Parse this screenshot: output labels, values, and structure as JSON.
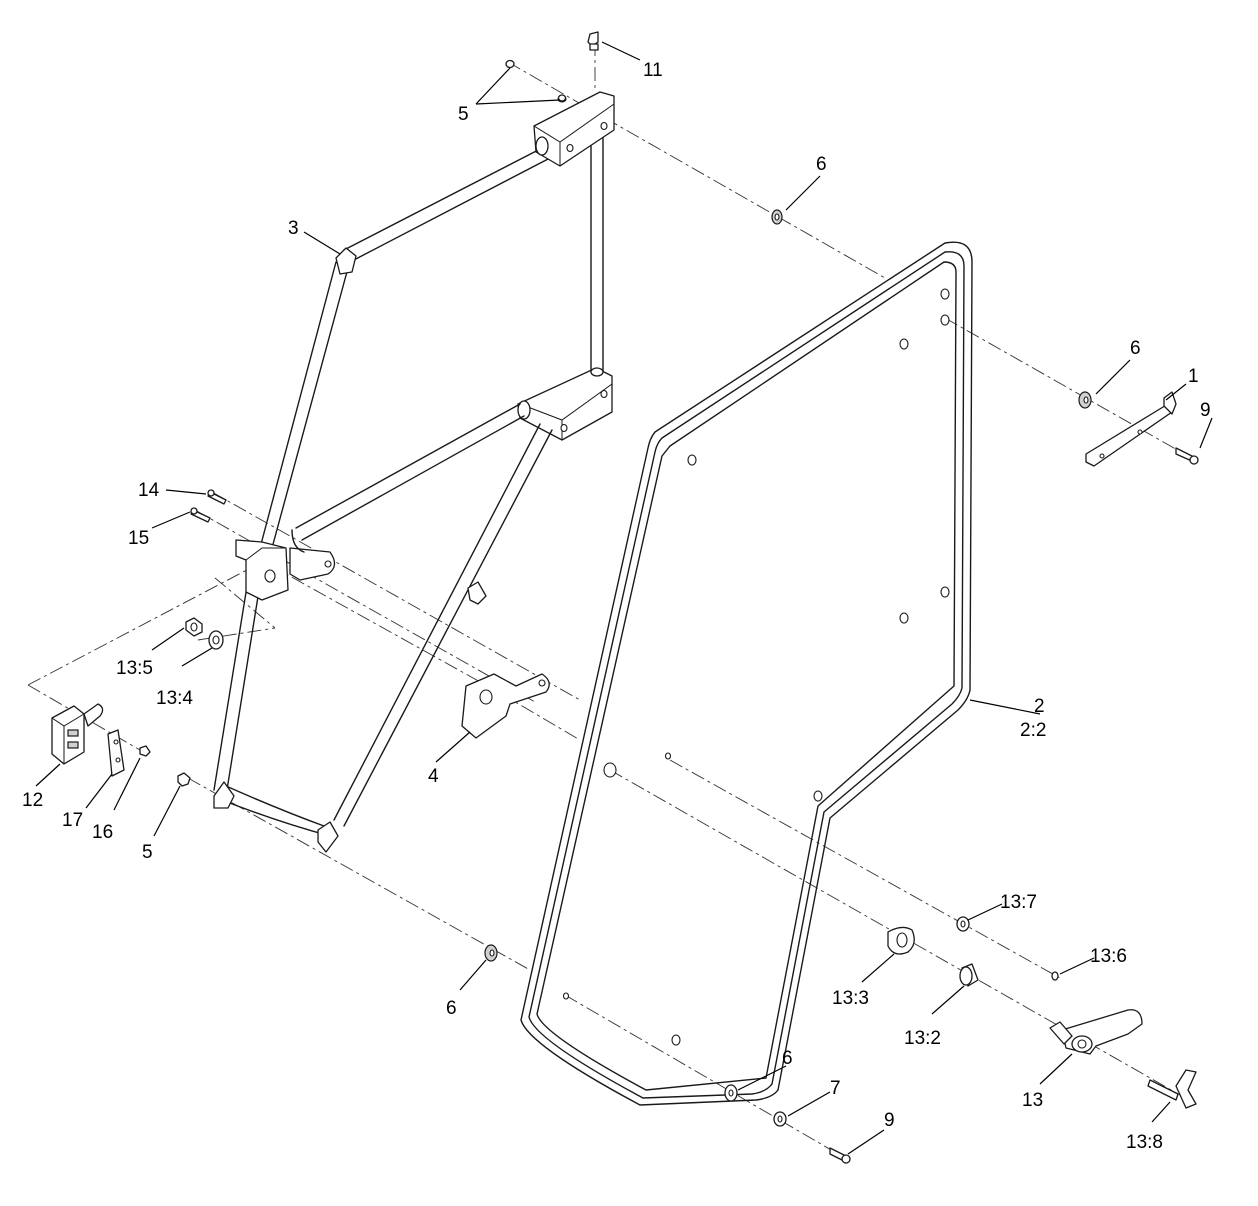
{
  "callouts": [
    {
      "id": "c-11",
      "text": "11"
    },
    {
      "id": "c-5a",
      "text": "5"
    },
    {
      "id": "c-6a",
      "text": "6"
    },
    {
      "id": "c-3",
      "text": "3"
    },
    {
      "id": "c-6b",
      "text": "6"
    },
    {
      "id": "c-1",
      "text": "1"
    },
    {
      "id": "c-9a",
      "text": "9"
    },
    {
      "id": "c-14",
      "text": "14"
    },
    {
      "id": "c-15",
      "text": "15"
    },
    {
      "id": "c-13-5",
      "text": "13:5"
    },
    {
      "id": "c-13-4",
      "text": "13:4"
    },
    {
      "id": "c-2",
      "text": "2"
    },
    {
      "id": "c-2-2",
      "text": "2:2"
    },
    {
      "id": "c-4",
      "text": "4"
    },
    {
      "id": "c-12",
      "text": "12"
    },
    {
      "id": "c-17",
      "text": "17"
    },
    {
      "id": "c-16",
      "text": "16"
    },
    {
      "id": "c-5b",
      "text": "5"
    },
    {
      "id": "c-13-7",
      "text": "13:7"
    },
    {
      "id": "c-13-6",
      "text": "13:6"
    },
    {
      "id": "c-6c",
      "text": "6"
    },
    {
      "id": "c-13-3",
      "text": "13:3"
    },
    {
      "id": "c-13-2",
      "text": "13:2"
    },
    {
      "id": "c-6d",
      "text": "6"
    },
    {
      "id": "c-7",
      "text": "7"
    },
    {
      "id": "c-13",
      "text": "13"
    },
    {
      "id": "c-9b",
      "text": "9"
    },
    {
      "id": "c-13-8",
      "text": "13:8"
    }
  ]
}
